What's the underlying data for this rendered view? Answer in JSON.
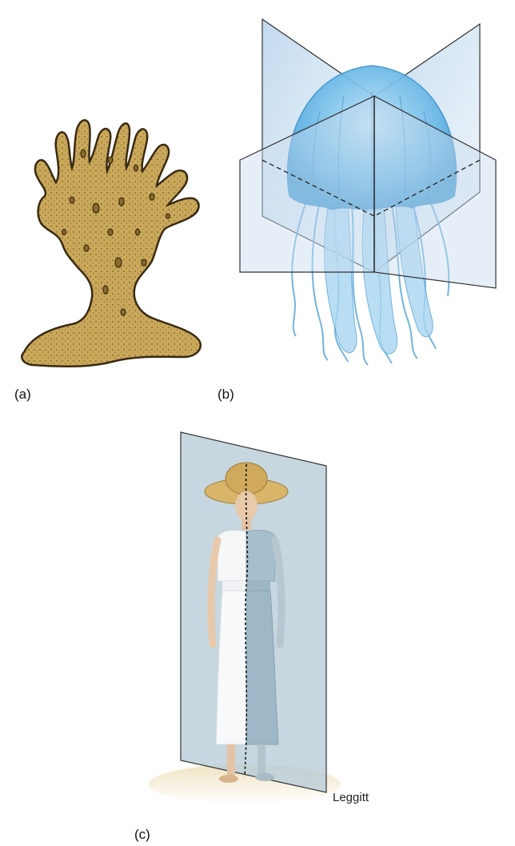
{
  "panels": {
    "a": {
      "label": "(a)",
      "subject": "sponge"
    },
    "b": {
      "label": "(b)",
      "subject": "jellyfish"
    },
    "c": {
      "label": "(c)",
      "subject": "person"
    }
  },
  "signature": "Leggitt",
  "colors": {
    "sponge_fill": "#c9a85a",
    "sponge_outline": "#3a2a10",
    "jelly_blue": "#5fb3e6",
    "plane_blue": "#c7dcee",
    "plane_grey": "#b9cdd8",
    "dress_white": "#f6f7f8",
    "hat_straw": "#d9b56a"
  }
}
